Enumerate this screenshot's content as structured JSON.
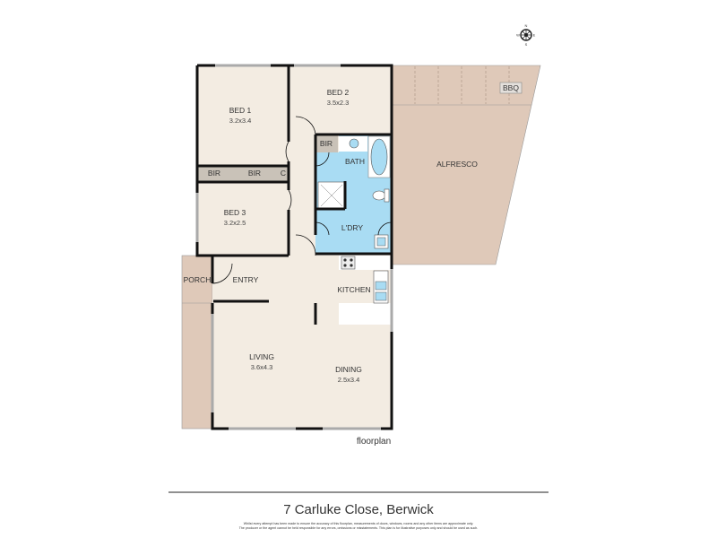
{
  "footer": {
    "address": "7 Carluke Close, Berwick",
    "disclaimer_line1": "Whilst every attempt has been made to ensure the accuracy of this floorplan, measurements of doors, windows, rooms and any other items are approximate only.",
    "disclaimer_line2": "The producer or the agent cannot be held responsible for any errors, omissions or misstatements. This plan is for illustrative purposes only and should be used as such."
  },
  "plan_label": "floorplan",
  "compass": {
    "n": "N",
    "e": "E",
    "s": "S",
    "w": "W"
  },
  "colors": {
    "interior": "#f3ece2",
    "outdoor": "#dfc9b9",
    "wet": "#a9dcf3",
    "storage": "#c9c2b8",
    "wall": "#111111"
  },
  "rooms": [
    {
      "name": "BED 1",
      "dims": "3.2x3.4"
    },
    {
      "name": "BED 2",
      "dims": "3.5x2.3"
    },
    {
      "name": "BIR"
    },
    {
      "name": "BIR"
    },
    {
      "name": "C"
    },
    {
      "name": "BIR"
    },
    {
      "name": "BATH"
    },
    {
      "name": "ALFRESCO"
    },
    {
      "name": "BBQ"
    },
    {
      "name": "BED 3",
      "dims": "3.2x2.5"
    },
    {
      "name": "L'DRY"
    },
    {
      "name": "PORCH"
    },
    {
      "name": "ENTRY"
    },
    {
      "name": "KITCHEN"
    },
    {
      "name": "LIVING",
      "dims": "3.6x4.3"
    },
    {
      "name": "DINING",
      "dims": "2.5x3.4"
    }
  ]
}
